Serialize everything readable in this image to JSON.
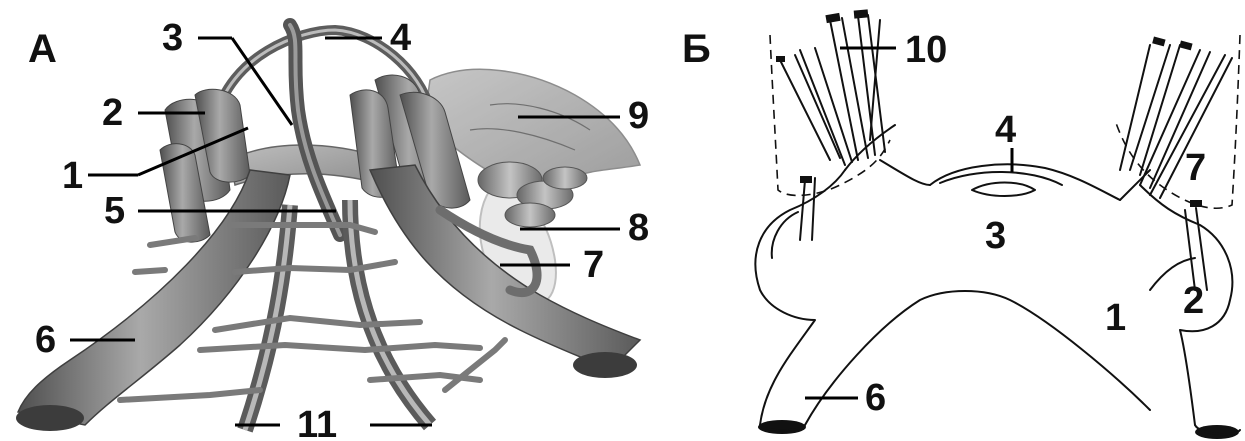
{
  "panels": [
    {
      "id": "A",
      "letter": "А",
      "labels": [
        "1",
        "2",
        "3",
        "4",
        "5",
        "6",
        "7",
        "8",
        "9",
        "11"
      ]
    },
    {
      "id": "B",
      "letter": "Б",
      "labels": [
        "1",
        "2",
        "3",
        "4",
        "6",
        "7",
        "10"
      ]
    }
  ],
  "colors": {
    "render_dark": "#6e6e6e",
    "render_mid": "#9a9a9a",
    "render_light": "#c9c9c9",
    "membrane": "#d2d2d2",
    "ink": "#111111",
    "background": "#ffffff"
  }
}
